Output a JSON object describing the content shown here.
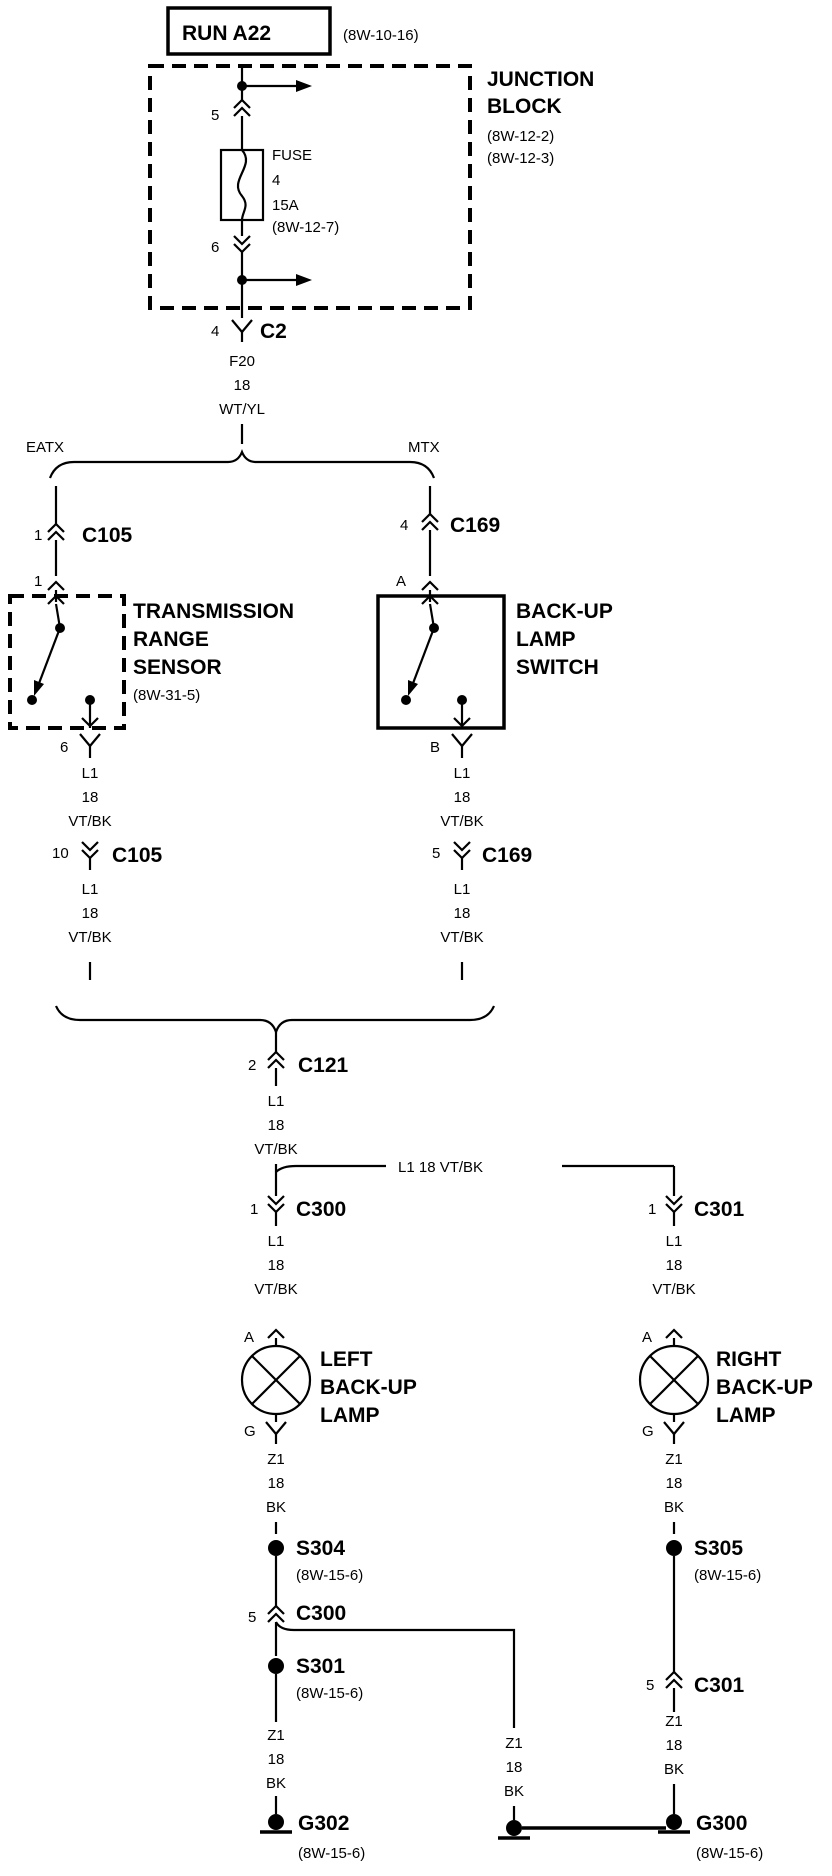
{
  "top": {
    "circuit_name": "RUN A22",
    "circuit_ref": "(8W-10-16)"
  },
  "junction_block": {
    "title_line1": "JUNCTION",
    "title_line2": "BLOCK",
    "ref1": "(8W-12-2)",
    "ref2": "(8W-12-3)",
    "pin_in": "5",
    "pin_out": "6",
    "fuse_label": "FUSE",
    "fuse_number": "4",
    "fuse_rating": "15A",
    "fuse_ref": "(8W-12-7)"
  },
  "c2": {
    "pin": "4",
    "name": "C2"
  },
  "feed_wire": {
    "circuit": "F20",
    "gauge": "18",
    "color": "WT/YL"
  },
  "branches": {
    "left": "EATX",
    "right": "MTX"
  },
  "c105_top": {
    "pin": "1",
    "name": "C105"
  },
  "c169_top": {
    "pin": "4",
    "name": "C169"
  },
  "trs": {
    "pin_top": "1",
    "pin_bottom": "6",
    "line1": "TRANSMISSION",
    "line2": "RANGE",
    "line3": "SENSOR",
    "ref": "(8W-31-5)"
  },
  "bus": {
    "pin_top": "A",
    "pin_bottom": "B",
    "line1": "BACK-UP",
    "line2": "LAMP",
    "line3": "SWITCH"
  },
  "l1_wire": {
    "circuit": "L1",
    "gauge": "18",
    "color": "VT/BK",
    "inline": "L1  18 VT/BK"
  },
  "c105_bottom": {
    "pin": "10",
    "name": "C105"
  },
  "c169_bottom": {
    "pin": "5",
    "name": "C169"
  },
  "c121": {
    "pin": "2",
    "name": "C121"
  },
  "c300_top": {
    "pin": "1",
    "name": "C300"
  },
  "c301_top": {
    "pin": "1",
    "name": "C301"
  },
  "left_lamp": {
    "pin_a": "A",
    "pin_g": "G",
    "line1": "LEFT",
    "line2": "BACK-UP",
    "line3": "LAMP"
  },
  "right_lamp": {
    "pin_a": "A",
    "pin_g": "G",
    "line1": "RIGHT",
    "line2": "BACK-UP",
    "line3": "LAMP"
  },
  "z1_wire": {
    "circuit": "Z1",
    "gauge": "18",
    "color": "BK"
  },
  "s304": {
    "name": "S304",
    "ref": "(8W-15-6)"
  },
  "s305": {
    "name": "S305",
    "ref": "(8W-15-6)"
  },
  "c300_bottom": {
    "pin": "5",
    "name": "C300"
  },
  "c301_bottom": {
    "pin": "5",
    "name": "C301"
  },
  "s301": {
    "name": "S301",
    "ref": "(8W-15-6)"
  },
  "g302": {
    "name": "G302",
    "ref": "(8W-15-6)"
  },
  "g300": {
    "name": "G300",
    "ref": "(8W-15-6)"
  }
}
